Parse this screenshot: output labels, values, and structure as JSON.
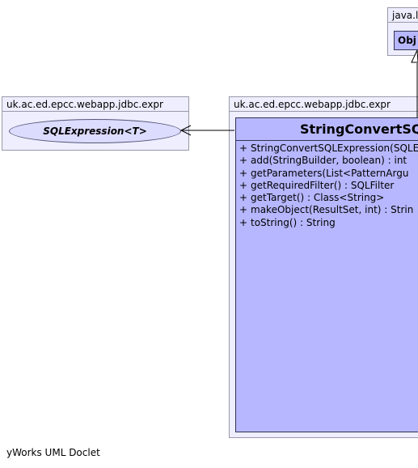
{
  "packages": {
    "java_lang": {
      "label": "java.l"
    },
    "left_expr": {
      "label": "uk.ac.ed.epcc.webapp.jdbc.expr"
    },
    "main_expr": {
      "label": "uk.ac.ed.epcc.webapp.jdbc.expr"
    }
  },
  "object_class": {
    "name": "Obj"
  },
  "interface": {
    "name": "SQLExpression<T>"
  },
  "main_class": {
    "name": "StringConvertSQ",
    "methods": [
      {
        "vis": "+",
        "sig": "StringConvertSQLExpression(SQLE"
      },
      {
        "vis": "+",
        "sig": "add(StringBuilder, boolean) : int"
      },
      {
        "vis": "+",
        "sig": "getParameters(List<PatternArgu"
      },
      {
        "vis": "+",
        "sig": "getRequiredFilter() : SQLFilter"
      },
      {
        "vis": "+",
        "sig": "getTarget() : Class<String>"
      },
      {
        "vis": "+",
        "sig": "makeObject(ResultSet, int) : Strin"
      },
      {
        "vis": "+",
        "sig": "toString() : String"
      }
    ]
  },
  "footer": "yWorks UML Doclet",
  "colors": {
    "package_fill": "#eeeeff",
    "class_fill": "#b7b7ff",
    "interface_fill": "#dcdcff",
    "border": "#333355"
  }
}
